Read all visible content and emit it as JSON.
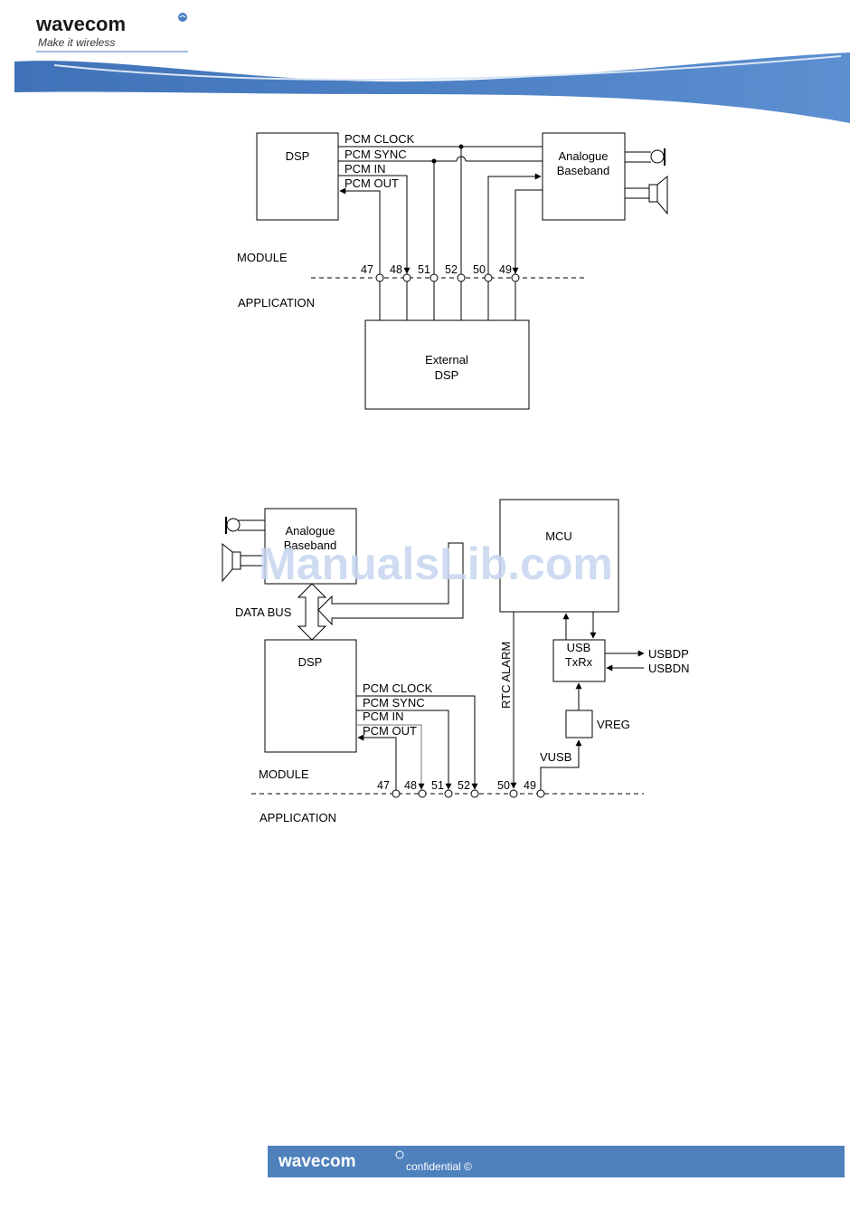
{
  "header": {
    "brand": "wavecom",
    "tagline": "Make it wireless"
  },
  "diagram1": {
    "dsp": "DSP",
    "analogue_line1": "Analogue",
    "analogue_line2": "Baseband",
    "signals": [
      "PCM CLOCK",
      "PCM SYNC",
      "PCM IN",
      "PCM OUT"
    ],
    "module": "MODULE",
    "application": "APPLICATION",
    "pins": [
      "47",
      "48",
      "51",
      "52",
      "50",
      "49"
    ],
    "ext_line1": "External",
    "ext_line2": "DSP"
  },
  "diagram2": {
    "analogue_line1": "Analogue",
    "analogue_line2": "Baseband",
    "mcu": "MCU",
    "data_bus": "DATA BUS",
    "dsp": "DSP",
    "signals": [
      "PCM CLOCK",
      "PCM SYNC",
      "PCM IN",
      "PCM OUT"
    ],
    "rtc": "RTC ALARM",
    "usb_line1": "USB",
    "usb_line2": "TxRx",
    "usbdp": "USBDP",
    "usbdn": "USBDN",
    "vreg": "VREG",
    "vusb": "VUSB",
    "module": "MODULE",
    "application": "APPLICATION",
    "pins": [
      "47",
      "48",
      "51",
      "52",
      "50",
      "49"
    ]
  },
  "watermark": "ManualsLib.com",
  "footer": {
    "brand": "wavecom",
    "note": "confidential ©"
  },
  "colors": {
    "band_blue": "#4a7ec2",
    "footer_blue": "#4f81bd",
    "watermark": "#c5d5ee"
  }
}
